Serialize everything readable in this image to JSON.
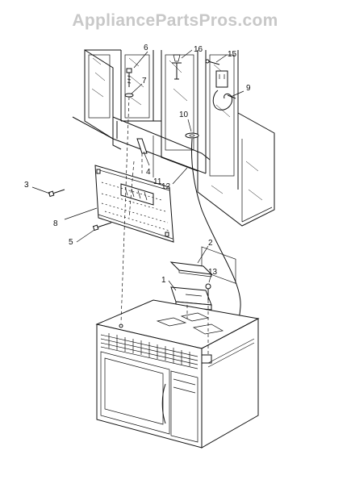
{
  "watermark": "AppliancePartsPros.com",
  "callouts": {
    "n1": "1",
    "n2": "2",
    "n3": "3",
    "n4": "4",
    "n5": "5",
    "n6": "6",
    "n7": "7",
    "n8": "8",
    "n9": "9",
    "n10": "10",
    "n11": "11",
    "n12": "12",
    "n13": "13",
    "n15": "15",
    "n16": "16"
  }
}
